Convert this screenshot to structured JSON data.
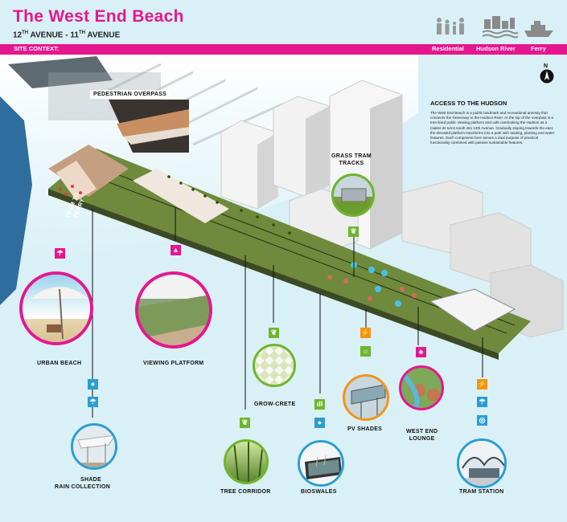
{
  "header": {
    "title": "The West End Beach",
    "subtitle_a": "12",
    "subtitle_a_sup": "TH",
    "subtitle_b": " AVENUE - 11",
    "subtitle_b_sup": "TH",
    "subtitle_c": " AVENUE"
  },
  "context_bar": {
    "label": "SITE CONTEXT:",
    "legend": [
      "Residential",
      "Hudson River",
      "Ferry"
    ]
  },
  "north": "N",
  "info": {
    "heading": "ACCESS TO THE HUDSON",
    "body": "The West End Beach is a public landmark and recreational amenity that connects the Greenway to the Hudson River. At the top of the overpass is a tree-lined public viewing platform and cafe overlooking the Hudson as it makes its turns south into 12th Avenue. Gradually sloping towards the east, the elevated platform transforms into a park with seating, planting and water features. Each component here serves a dual purpose of practical functionality combined with passive sustainable features."
  },
  "labels": {
    "pedestrian_overpass": "PEDESTRIAN OVERPASS",
    "tram_to_ferry": "TRAM TO FERRY",
    "grass_tram_tracks_1": "GRASS TRAM",
    "grass_tram_tracks_2": "TRACKS",
    "urban_beach": "URBAN BEACH",
    "viewing_platform": "VIEWING PLATFORM",
    "grow_crete": "GROW-CRETE",
    "pv_shades": "PV SHADES",
    "west_end_lounge_1": "WEST END",
    "west_end_lounge_2": "LOUNGE",
    "shade": "SHADE",
    "rain_collection": "RAIN COLLECTION",
    "tree_corridor": "TREE CORRIDOR",
    "bioswales": "BIOSWALES",
    "tram_station": "TRAM STATION"
  },
  "colors": {
    "magenta": "#e5178f",
    "green": "#6fb52e",
    "orange": "#f39419",
    "blue": "#2a9ed3",
    "river": "#2f6d9e",
    "bg": "#d9f0f6"
  }
}
